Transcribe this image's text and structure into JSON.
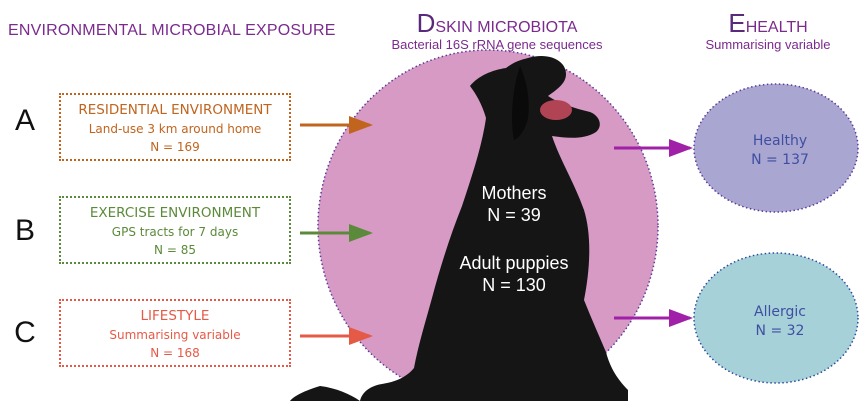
{
  "left_header": "ENVIRONMENTAL MICROBIAL EXPOSURE",
  "skin": {
    "letter": "D",
    "title": "SKIN MICROBIOTA",
    "subtitle": "Bacterial 16S rRNA gene sequences",
    "mothers_label": "Mothers",
    "mothers_n": "N = 39",
    "puppies_label": "Adult puppies",
    "puppies_n": "N = 130"
  },
  "health": {
    "letter": "E",
    "title": "HEALTH",
    "subtitle": "Summarising variable",
    "healthy_label": "Healthy",
    "healthy_n": "N = 137",
    "allergic_label": "Allergic",
    "allergic_n": "N = 32"
  },
  "exposures": [
    {
      "letter": "A",
      "title": "RESIDENTIAL ENVIRONMENT",
      "desc": "Land-use 3 km around home",
      "n": "N = 169",
      "color": "#c0641e"
    },
    {
      "letter": "B",
      "title": "EXERCISE ENVIRONMENT",
      "desc": "GPS tracts for 7 days",
      "n": "N = 85",
      "color": "#5b8a3a"
    },
    {
      "letter": "C",
      "title": "LIFESTYLE",
      "desc": "Summarising variable",
      "n": "N = 168",
      "color": "#e55a46"
    }
  ],
  "colors": {
    "skin_circle": "#d69ac4",
    "healthy_circle": "#a9a6d2",
    "allergic_circle": "#a7d1d9",
    "arrow_purple": "#a020a8",
    "dog": "#151515"
  }
}
